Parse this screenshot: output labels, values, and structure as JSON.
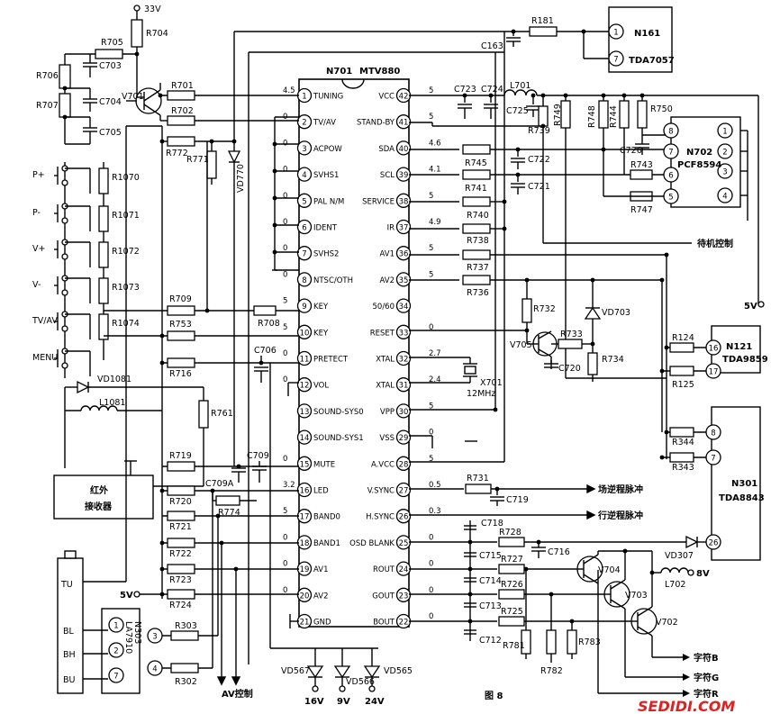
{
  "ic_n701": {
    "ref": "N701",
    "part": "MTV880",
    "left_pins": [
      {
        "n": "1",
        "name": "TUNING",
        "v": "4.5"
      },
      {
        "n": "2",
        "name": "TV/AV",
        "v": "0"
      },
      {
        "n": "3",
        "name": "ACPOW",
        "v": "0"
      },
      {
        "n": "4",
        "name": "SVHS1",
        "v": "0"
      },
      {
        "n": "5",
        "name": "PAL N/M",
        "v": "0"
      },
      {
        "n": "6",
        "name": "IDENT",
        "v": "0"
      },
      {
        "n": "7",
        "name": "SVHS2",
        "v": "0"
      },
      {
        "n": "8",
        "name": "NTSC/OTH",
        "v": "0"
      },
      {
        "n": "9",
        "name": "KEY",
        "v": "5"
      },
      {
        "n": "10",
        "name": "KEY",
        "v": "5"
      },
      {
        "n": "11",
        "name": "PRETECT",
        "v": "0"
      },
      {
        "n": "12",
        "name": "VOL",
        "v": "0"
      },
      {
        "n": "13",
        "name": "SOUND-SYS0",
        "v": ""
      },
      {
        "n": "14",
        "name": "SOUND-SYS1",
        "v": ""
      },
      {
        "n": "15",
        "name": "MUTE",
        "v": "0"
      },
      {
        "n": "16",
        "name": "LED",
        "v": "3.2"
      },
      {
        "n": "17",
        "name": "BAND0",
        "v": "5"
      },
      {
        "n": "18",
        "name": "BAND1",
        "v": "0"
      },
      {
        "n": "19",
        "name": "AV1",
        "v": "0"
      },
      {
        "n": "20",
        "name": "AV2",
        "v": "0"
      },
      {
        "n": "21",
        "name": "GND",
        "v": ""
      }
    ],
    "right_pins": [
      {
        "n": "42",
        "name": "VCC",
        "v": "5"
      },
      {
        "n": "41",
        "name": "STAND-BY",
        "v": "5"
      },
      {
        "n": "40",
        "name": "SDA",
        "v": "4.6"
      },
      {
        "n": "39",
        "name": "SCL",
        "v": "4.1"
      },
      {
        "n": "38",
        "name": "SERVICE",
        "v": "5"
      },
      {
        "n": "37",
        "name": "IR",
        "v": "4.9"
      },
      {
        "n": "36",
        "name": "AV1",
        "v": "5"
      },
      {
        "n": "35",
        "name": "AV2",
        "v": "5"
      },
      {
        "n": "34",
        "name": "50/60",
        "v": ""
      },
      {
        "n": "33",
        "name": "RESET",
        "v": "0"
      },
      {
        "n": "32",
        "name": "XTAL",
        "v": "2.7"
      },
      {
        "n": "31",
        "name": "XTAL",
        "v": "2.4"
      },
      {
        "n": "30",
        "name": "VPP",
        "v": "5"
      },
      {
        "n": "29",
        "name": "VSS",
        "v": "0"
      },
      {
        "n": "28",
        "name": "A.VCC",
        "v": "5"
      },
      {
        "n": "27",
        "name": "V.SYNC",
        "v": "0.5"
      },
      {
        "n": "26",
        "name": "H.SYNC",
        "v": "0.3"
      },
      {
        "n": "25",
        "name": "OSD BLANK",
        "v": "0"
      },
      {
        "n": "24",
        "name": "ROUT",
        "v": "0"
      },
      {
        "n": "23",
        "name": "GOUT",
        "v": "0"
      },
      {
        "n": "22",
        "name": "BOUT",
        "v": "0"
      }
    ]
  },
  "ic_n161": {
    "ref": "N161",
    "part": "TDA7057",
    "pins": [
      "1",
      "7"
    ]
  },
  "ic_n702": {
    "ref": "N702",
    "part": "PCF8594",
    "pins": [
      "8",
      "7",
      "6",
      "5",
      "1",
      "2",
      "3",
      "4"
    ]
  },
  "ic_n121": {
    "ref": "N121",
    "part": "TDA9859",
    "pins": [
      "16",
      "17"
    ]
  },
  "ic_n301": {
    "ref": "N301",
    "part": "TDA8843",
    "pins": [
      "8",
      "7",
      "26"
    ]
  },
  "ic_n303": {
    "ref": "N303",
    "part": "LA7910",
    "pins": [
      "1",
      "2",
      "7",
      "3",
      "4"
    ]
  },
  "left_labels": {
    "v33": "33V",
    "r704": "R704",
    "r705": "R705",
    "c703": "C703",
    "r706": "R706",
    "r707": "R707",
    "c704": "C704",
    "c705": "C705",
    "v701": "V701",
    "r701": "R701",
    "r702": "R702",
    "r772": "R772",
    "r771": "R771",
    "vd770": "VD770",
    "r709": "R709",
    "r708": "R708",
    "r753": "R753",
    "r716": "R716",
    "c706": "C706",
    "vd1081": "VD1081",
    "l1081": "L1081",
    "r761": "R761",
    "r719": "R719",
    "c709": "C709",
    "c709a": "C709A",
    "r720": "R720",
    "r774": "R774",
    "r721": "R721",
    "r722": "R722",
    "r723": "R723",
    "r724": "R724",
    "v5": "5V",
    "r303": "R303",
    "r302": "R302",
    "r1070": "R1070",
    "r1071": "R1071",
    "r1072": "R1072",
    "r1073": "R1073",
    "r1074": "R1074"
  },
  "keys": [
    "P+",
    "P-",
    "V+",
    "V-",
    "TV/AV",
    "MENU"
  ],
  "ir_receiver": "红外\n接收器",
  "tuner": {
    "tu": "TU",
    "bl": "BL",
    "bh": "BH",
    "bu": "BU"
  },
  "bottom": {
    "av_ctrl": "AV控制",
    "vd567": "VD567",
    "vd566": "VD566",
    "vd565": "VD565",
    "v16": "16V",
    "v9": "9V",
    "v24": "24V",
    "figure": "图 8"
  },
  "right_labels": {
    "r181": "R181",
    "c163": "C163",
    "c723": "C723",
    "c724": "C724",
    "l701": "L701",
    "c725": "C725",
    "r739": "R739",
    "r749": "R749",
    "r748": "R748",
    "r744": "R744",
    "r750": "R750",
    "c726": "C726",
    "r745": "R745",
    "c722": "C722",
    "r741": "R741",
    "c721": "C721",
    "r743": "R743",
    "r747": "R747",
    "r740": "R740",
    "r738": "R738",
    "standby_ctrl": "待机控制",
    "r737": "R737",
    "r736": "R736",
    "v5": "5V",
    "r732": "R732",
    "vd703": "VD703",
    "v705": "V705",
    "r733": "R733",
    "c720": "C720",
    "r734": "R734",
    "x701": "X701",
    "x701f": "12MHz",
    "r124": "R124",
    "r125": "R125",
    "r344": "R344",
    "r343": "R343",
    "r731": "R731",
    "c719": "C719",
    "field_flyback": "场逆程脉冲",
    "line_flyback": "行逆程脉冲",
    "c718": "C718",
    "r728": "R728",
    "c716": "C716",
    "vd307": "VD307",
    "c715": "C715",
    "r727": "R727",
    "v704": "V704",
    "v703": "V703",
    "v702": "V702",
    "l702": "L702",
    "v8": "8V",
    "c714": "C714",
    "r726": "R726",
    "c713": "C713",
    "r725": "R725",
    "c712": "C712",
    "r781": "R781",
    "r782": "R782",
    "r783": "R783",
    "charB": "字符B",
    "charG": "字符G",
    "charR": "字符R"
  },
  "watermark": "SEDIDI.COM"
}
